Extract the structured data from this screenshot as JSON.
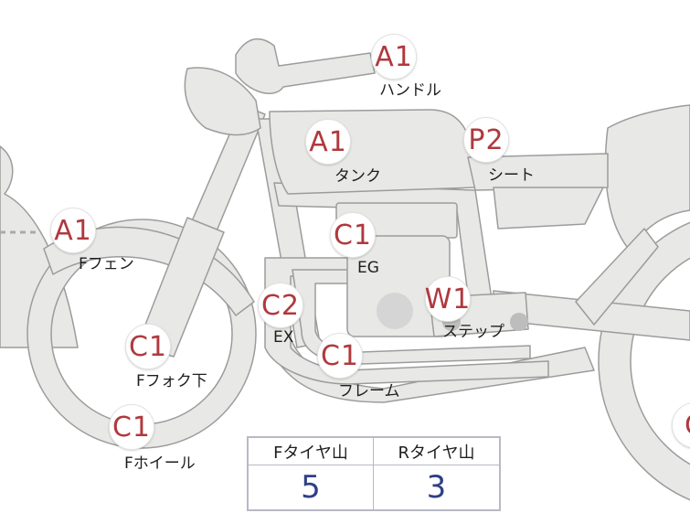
{
  "parts": [
    {
      "id": "handle",
      "grade": "A1",
      "label": "ハンドル"
    },
    {
      "id": "tank",
      "grade": "A1",
      "label": "タンク"
    },
    {
      "id": "seat",
      "grade": "P2",
      "label": "シート"
    },
    {
      "id": "front-fender",
      "grade": "A1",
      "label": "Fフェン"
    },
    {
      "id": "engine",
      "grade": "C1",
      "label": "EG"
    },
    {
      "id": "exhaust",
      "grade": "C2",
      "label": "EX"
    },
    {
      "id": "step",
      "grade": "W1",
      "label": "ステップ"
    },
    {
      "id": "front-fork",
      "grade": "C1",
      "label": "Fフォク下"
    },
    {
      "id": "frame",
      "grade": "C1",
      "label": "フレーム"
    },
    {
      "id": "front-wheel",
      "grade": "C1",
      "label": "Fホイール"
    },
    {
      "id": "rear-wheel",
      "grade": "C",
      "label": ""
    }
  ],
  "tire_tread": {
    "front_label": "Fタイヤ山",
    "front_value": "5",
    "rear_label": "Rタイヤ山",
    "rear_value": "3"
  },
  "colors": {
    "grade": "#b0393d",
    "value": "#2f3f87",
    "body_fill": "#e8e8e6",
    "body_stroke": "#9c9c9c",
    "table_border": "#b8b9c6"
  }
}
